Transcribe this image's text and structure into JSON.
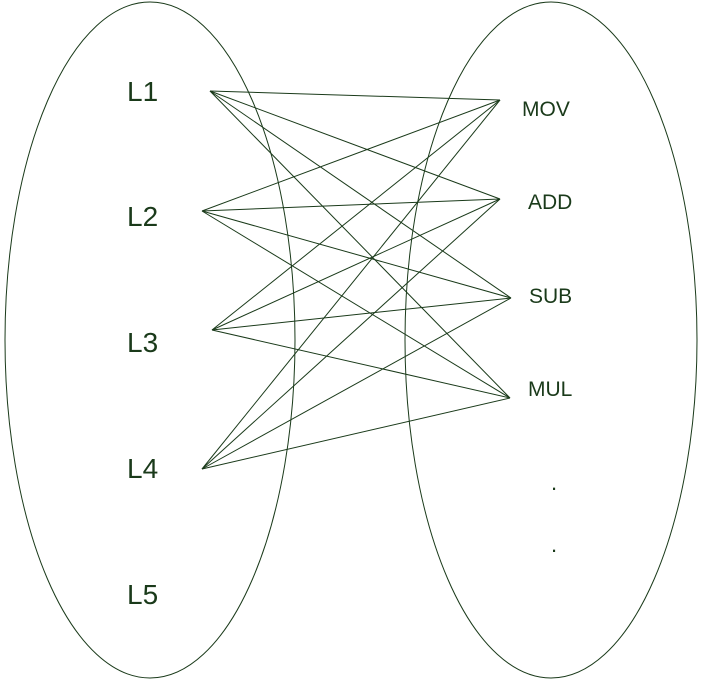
{
  "diagram": {
    "stroke_color": "#1a3a1a",
    "left_set": {
      "items": [
        {
          "id": "L1",
          "label": "L1"
        },
        {
          "id": "L2",
          "label": "L2"
        },
        {
          "id": "L3",
          "label": "L3"
        },
        {
          "id": "L4",
          "label": "L4"
        },
        {
          "id": "L5",
          "label": "L5"
        }
      ]
    },
    "right_set": {
      "items": [
        {
          "id": "MOV",
          "label": "MOV"
        },
        {
          "id": "ADD",
          "label": "ADD"
        },
        {
          "id": "SUB",
          "label": "SUB"
        },
        {
          "id": "MUL",
          "label": "MUL"
        }
      ],
      "ellipsis": [
        ".",
        "."
      ]
    },
    "connections": [
      [
        "L1",
        "MOV"
      ],
      [
        "L1",
        "ADD"
      ],
      [
        "L1",
        "SUB"
      ],
      [
        "L1",
        "MUL"
      ],
      [
        "L2",
        "MOV"
      ],
      [
        "L2",
        "ADD"
      ],
      [
        "L2",
        "SUB"
      ],
      [
        "L2",
        "MUL"
      ],
      [
        "L3",
        "MOV"
      ],
      [
        "L3",
        "ADD"
      ],
      [
        "L3",
        "SUB"
      ],
      [
        "L3",
        "MUL"
      ],
      [
        "L4",
        "MOV"
      ],
      [
        "L4",
        "ADD"
      ],
      [
        "L4",
        "SUB"
      ],
      [
        "L4",
        "MUL"
      ]
    ]
  }
}
